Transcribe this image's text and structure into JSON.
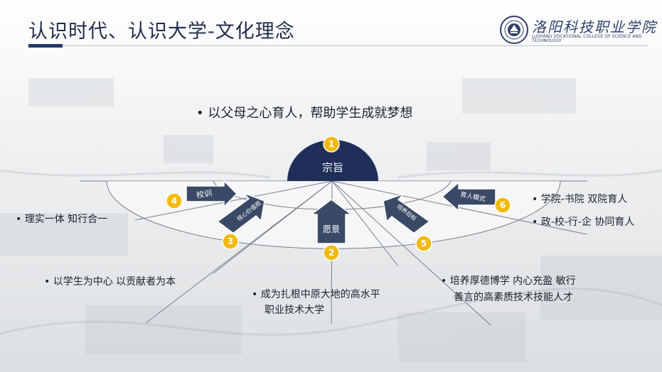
{
  "header": {
    "title": "认识时代、认识大学-文化理念",
    "logo_cn": "洛阳科技职业学院",
    "logo_en": "LUOYANG VOCATIONAL COLLEGE OF SCIENCE AND TECHNOLOGY"
  },
  "subtitle": "• 以父母之心育人，帮助学生成就梦想",
  "center_label": "宗旨",
  "badges": [
    "1",
    "2",
    "3",
    "4",
    "5",
    "6"
  ],
  "arrows": {
    "motto": "校训",
    "values": "核心价值观",
    "vision": "愿景",
    "goal": "培养目标",
    "model": "育人模式"
  },
  "notes": {
    "motto": "• 理实一体  知行合一",
    "values": "• 以学生为中心  以贡献者为本",
    "vision_line1": "• 成为扎根中原大地的高水平",
    "vision_line2": "职业技术大学",
    "goal_line1": "• 培养厚德博学  内心充盈  敏行",
    "goal_line2": "善言的高素质技术技能人才",
    "model_line1": "• 学院-书院  双院育人",
    "model_line2": "• 政-校-行-企  协同育人"
  },
  "colors": {
    "navy": "#1f2f5a",
    "arrow": "#3a4a66",
    "badge": "#f2b90f",
    "line": "#7a7f88"
  }
}
